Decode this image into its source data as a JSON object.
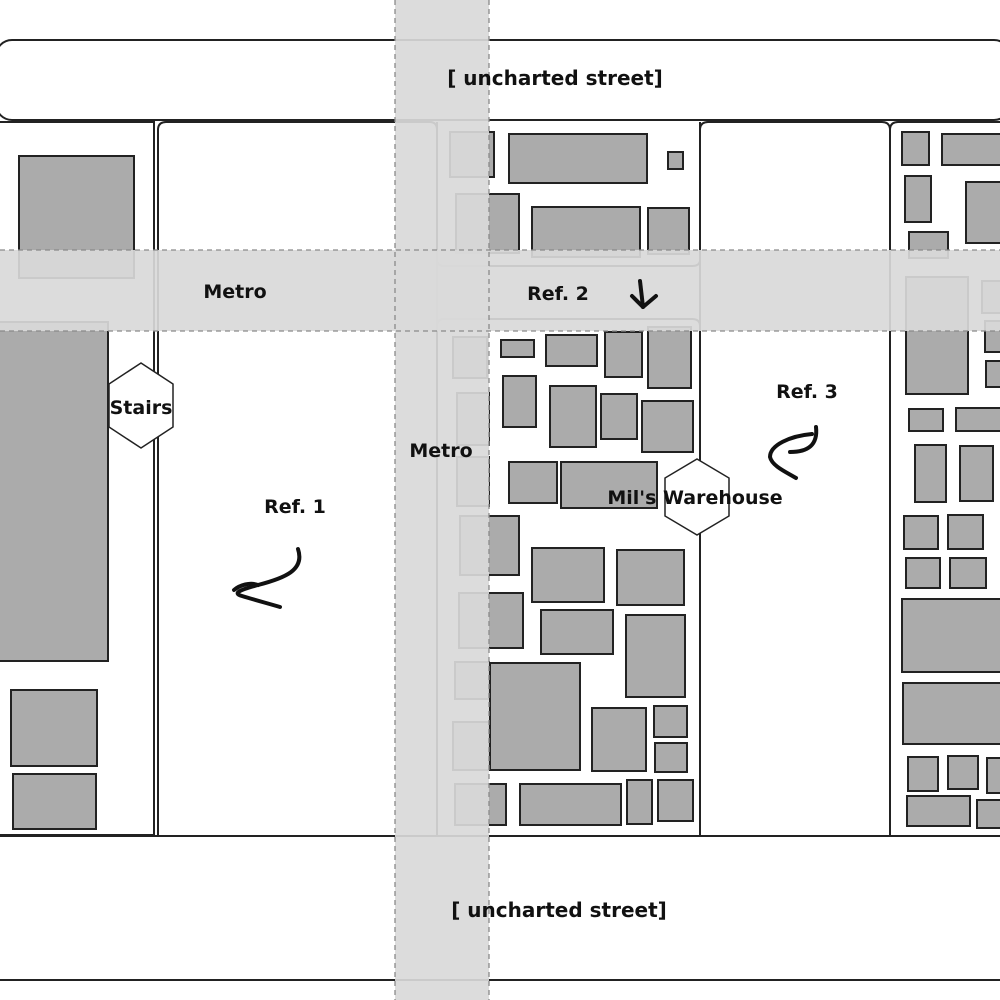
{
  "streets": {
    "north_label": "[ uncharted street]",
    "south_label": "[ uncharted street]"
  },
  "labels": {
    "metro_horizontal": "Metro",
    "metro_vertical": "Metro",
    "stairs": "Stairs",
    "warehouse": "Mil's Warehouse",
    "ref1": "Ref. 1",
    "ref2": "Ref. 2",
    "ref3": "Ref. 3"
  },
  "icons": {
    "stairs_marker": "hexagon-icon",
    "warehouse_marker": "hexagon-icon",
    "ref1_arrow": "curved-arrow-icon",
    "ref2_arrow": "down-arrow-icon",
    "ref3_arrow": "curved-arrow-icon"
  },
  "colors": {
    "building": "#ababab",
    "metro": "#d9d9d9",
    "outline": "#222222"
  }
}
